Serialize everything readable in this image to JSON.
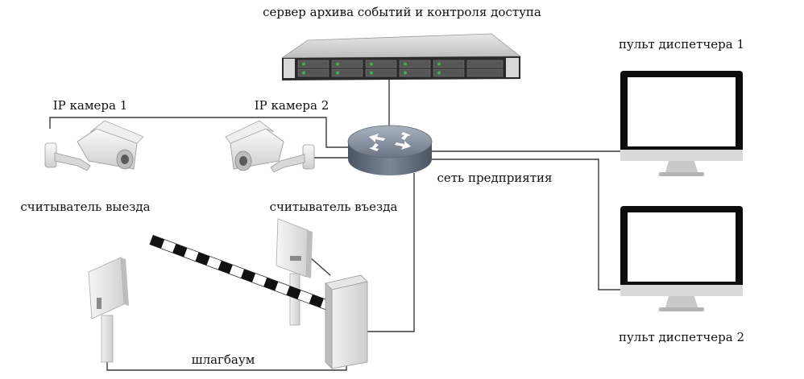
{
  "labels": {
    "server": "сервер архива событий и контроля доступа",
    "console1": "пульт диспетчера 1",
    "console2": "пульт диспетчера 2",
    "camera1": "IP камера 1",
    "camera2": "IP камера 2",
    "network": "сеть предприятия",
    "exitReader": "считыватель выезда",
    "entryReader": "считыватель въезда",
    "barrier": "шлагбаум"
  },
  "colors": {
    "wire": "#3a3a3a",
    "monitorFrame": "#0d0d0d",
    "monitorStand": "#c8c8c8",
    "routerTop": "#7f8a99",
    "routerSide": "#5a6472",
    "barrierStripeDark": "#111111",
    "barrierStripeLight": "#ffffff",
    "serverBody": "#2a2a2a",
    "serverGreen": "#3cb44b"
  }
}
